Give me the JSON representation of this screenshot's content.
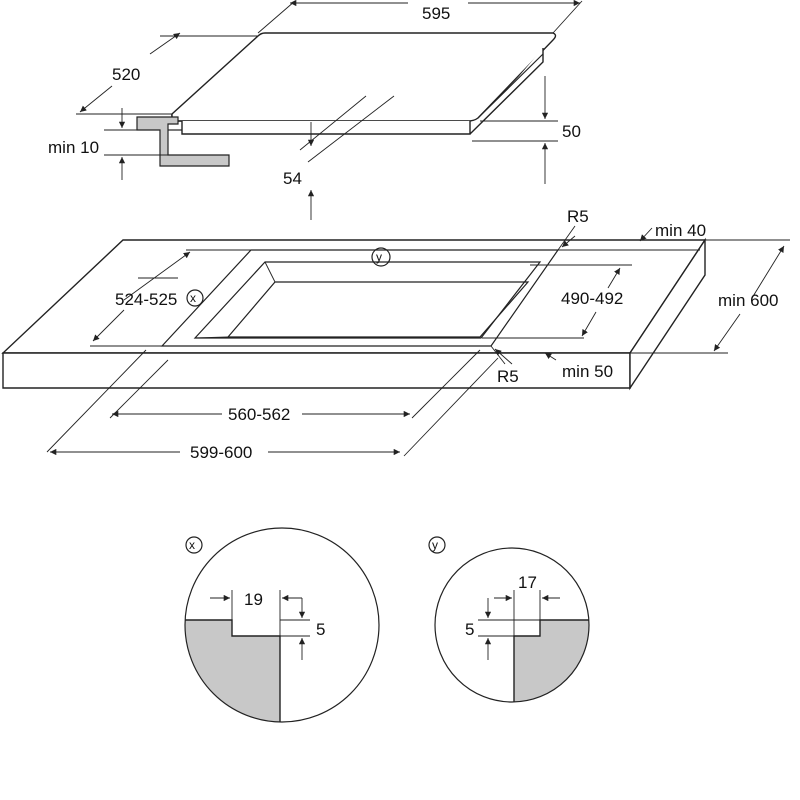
{
  "colors": {
    "line": "#222222",
    "section_fill": "#c8c8c8",
    "background": "#ffffff"
  },
  "hob": {
    "width": "595",
    "depth": "520",
    "min_gap": "min 10",
    "height_total": "50",
    "height_under": "54"
  },
  "worktop": {
    "corner_radius_top": "R5",
    "corner_radius_bottom": "R5",
    "min_back": "min 40",
    "min_depth": "min 600",
    "min_front": "min 50",
    "cutout_depth": "490-492",
    "cutout_width": "560-562",
    "outer_width": "599-600",
    "outer_depth": "524-525",
    "marker_x": "x",
    "marker_y": "y"
  },
  "detail_x": {
    "marker": "x",
    "width": "19",
    "depth": "5"
  },
  "detail_y": {
    "marker": "y",
    "width": "17",
    "depth": "5"
  }
}
